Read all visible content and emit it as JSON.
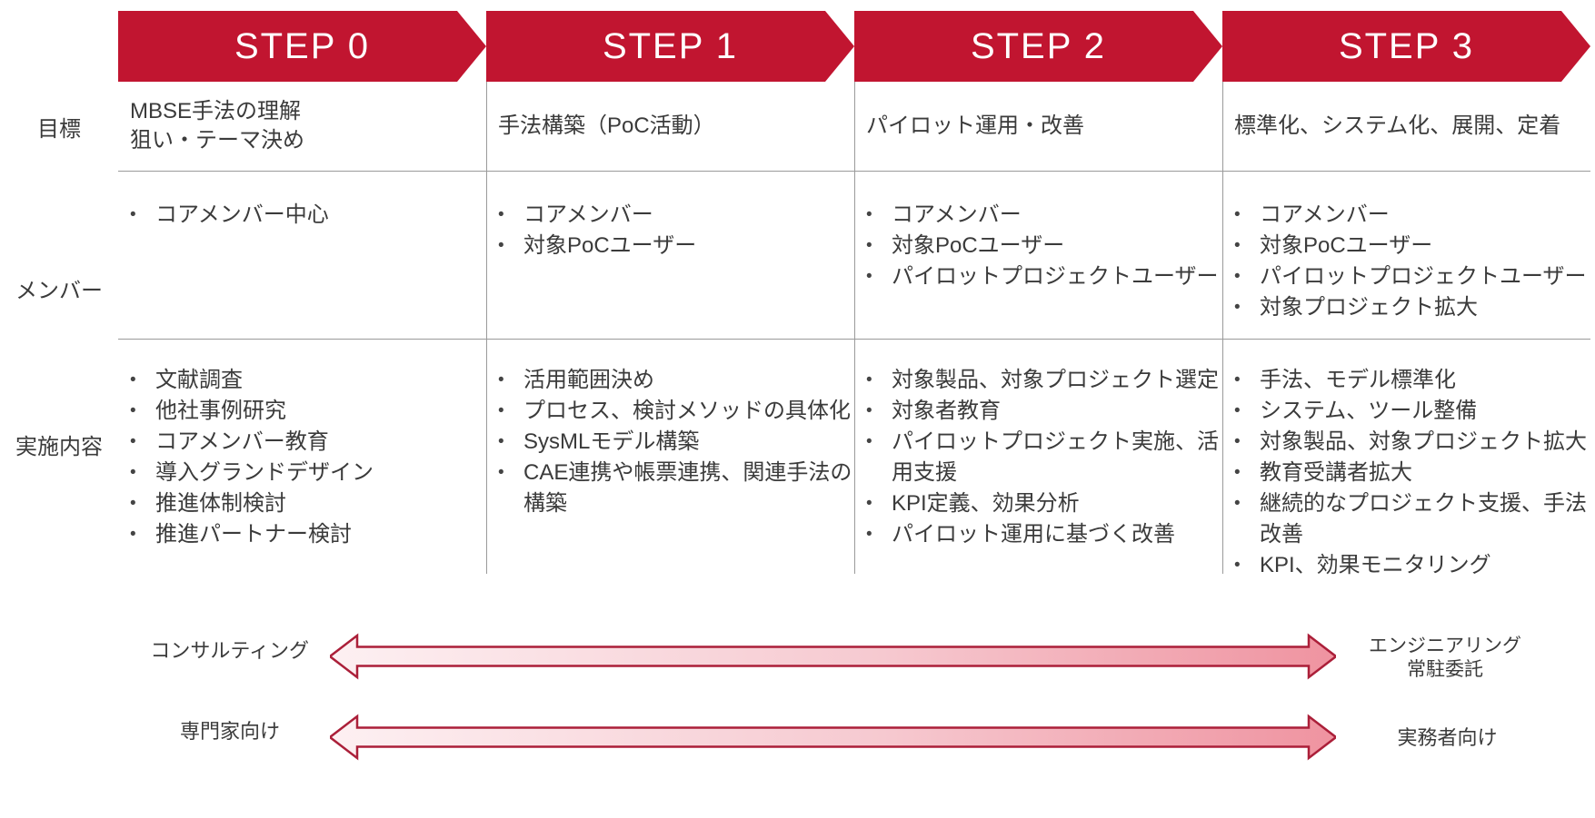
{
  "row_labels": {
    "goal": "目標",
    "members": "メンバー",
    "activities": "実施内容"
  },
  "steps": [
    {
      "label": "STEP 0",
      "goal_lines": [
        "MBSE手法の理解",
        "狙い・テーマ決め"
      ],
      "members": [
        "コアメンバー中心"
      ],
      "activities": [
        "文献調査",
        "他社事例研究",
        "コアメンバー教育",
        "導入グランドデザイン",
        "推進体制検討",
        "推進パートナー検討"
      ]
    },
    {
      "label": "STEP 1",
      "goal_lines": [
        "手法構築（PoC活動）"
      ],
      "members": [
        "コアメンバー",
        "対象PoCユーザー"
      ],
      "activities": [
        "活用範囲決め",
        "プロセス、検討メソッドの具体化",
        "SysMLモデル構築",
        "CAE連携や帳票連携、関連手法の構築"
      ]
    },
    {
      "label": "STEP 2",
      "goal_lines": [
        "パイロット運用・改善"
      ],
      "members": [
        "コアメンバー",
        "対象PoCユーザー",
        "パイロットプロジェクトユーザー"
      ],
      "activities": [
        "対象製品、対象プロジェクト選定",
        "対象者教育",
        "パイロットプロジェクト実施、活用支援",
        "KPI定義、効果分析",
        "パイロット運用に基づく改善"
      ]
    },
    {
      "label": "STEP 3",
      "goal_lines": [
        "標準化、システム化、展開、定着"
      ],
      "members": [
        "コアメンバー",
        "対象PoCユーザー",
        "パイロットプロジェクトユーザー",
        "対象プロジェクト拡大"
      ],
      "activities": [
        "手法、モデル標準化",
        "システム、ツール整備",
        "対象製品、対象プロジェクト拡大",
        "教育受講者拡大",
        "継続的なプロジェクト支援、手法改善",
        "KPI、効果モニタリング"
      ]
    }
  ],
  "arrows": [
    {
      "left_label": "コンサルティング",
      "right_label_lines": [
        "エンジニアリング",
        "常駐委託"
      ]
    },
    {
      "left_label": "専門家向け",
      "right_label_lines": [
        "実務者向け"
      ]
    }
  ],
  "colors": {
    "banner_red": "#c11530",
    "arrow_border": "#ab1f39",
    "arrow_fill_light": "#fdf0f2",
    "arrow_fill_dark": "#ef93a0",
    "grid_gray": "#9a9a9a",
    "text": "#3b3b3b"
  }
}
